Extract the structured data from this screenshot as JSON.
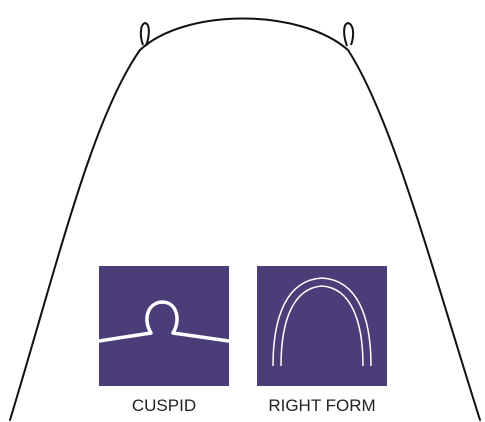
{
  "colors": {
    "wire": "#111111",
    "tile_background": "#4a3d78",
    "tile_wire": "#ffffff",
    "label_text": "#222222"
  },
  "options": [
    {
      "id": "cuspid",
      "label": "CUSPID",
      "icon": "cuspid-loop-icon"
    },
    {
      "id": "right-form",
      "label": "RIGHT FORM",
      "icon": "right-form-arch-icon"
    }
  ]
}
